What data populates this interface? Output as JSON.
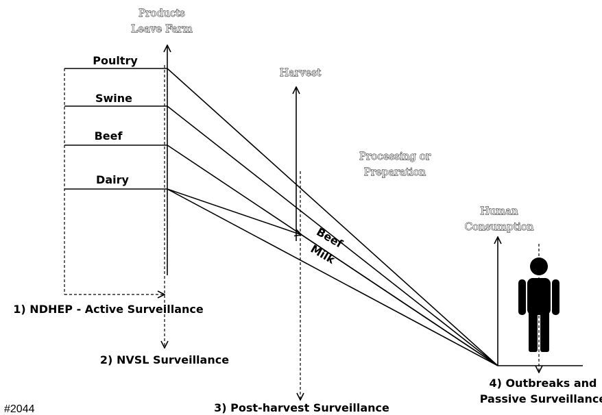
{
  "stages": {
    "products_leave_farm": [
      "Products",
      "Leave Farm"
    ],
    "harvest": "Harvest",
    "processing": [
      "Processing or",
      "Preparation"
    ],
    "consumption": [
      "Human",
      "Consumption"
    ]
  },
  "commodities": [
    "Poultry",
    "Swine",
    "Beef",
    "Dairy"
  ],
  "flow_labels": {
    "beef": "Beef",
    "milk": "Milk"
  },
  "surveillance": {
    "s1": "1) NDHEP - Active Surveillance",
    "s2": "2) NVSL Surveillance",
    "s3": "3) Post-harvest Surveillance",
    "s4": [
      "4) Outbreaks and",
      "Passive Surveillance"
    ]
  },
  "figure_id": "#2044"
}
